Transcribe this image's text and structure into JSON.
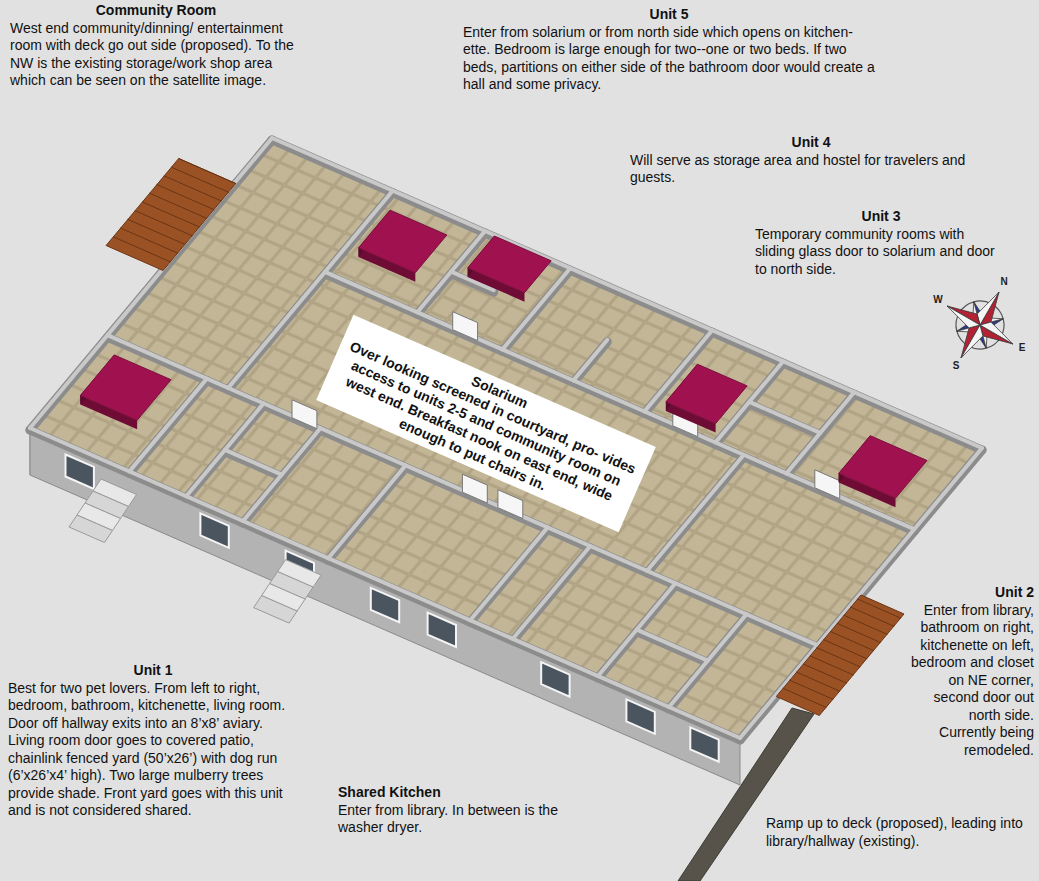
{
  "diagram": {
    "nodes": [
      {
        "text": [
          "Solarium",
          "Over looking screened in courtyard, pro- vides access to units 2-5 and community room on west end. Breakfast nook on east end, wide enough to put chairs in."
        ]
      }
    ],
    "labels": [
      "Community Room",
      "West end community/dinning/ entertainment room with deck go out side (proposed). To the NW is the existing storage/work shop area which can be seen on the satellite image.",
      "Unit 5",
      "Enter from solarium or from north side which opens on kitchen- ette. Bedroom is large enough for two--one or two beds. If two beds, partitions on either side of the bathroom door would create a hall and some privacy.",
      "Unit 4",
      "Will serve as storage area and hostel for travelers and guests.",
      "Unit 3",
      "Temporary community rooms with sliding glass door to solarium and door to north side.",
      "Unit 2",
      "Enter from library, bathroom on right, kitchenette on left, bedroom and closet on NE corner, second door out north side. Currently being remodeled.",
      "Unit 1",
      "Best for two pet lovers. From left to right, bedroom, bathroom, kitchenette, living room. Door off hallway exits into an 8’x8’ aviary. Living room door goes to covered patio, chainlink fenced yard (50’x26’) with dog run (6’x26’x4’ high). Two large mulberry trees provide shade. Front yard goes with this unit and is not considered shared.",
      "Shared Kitchen",
      "Enter from library. In between is the washer dryer.",
      "Ramp up to deck (proposed), leading into library/hallway (existing).",
      "N",
      "E",
      "S",
      "W"
    ]
  }
}
